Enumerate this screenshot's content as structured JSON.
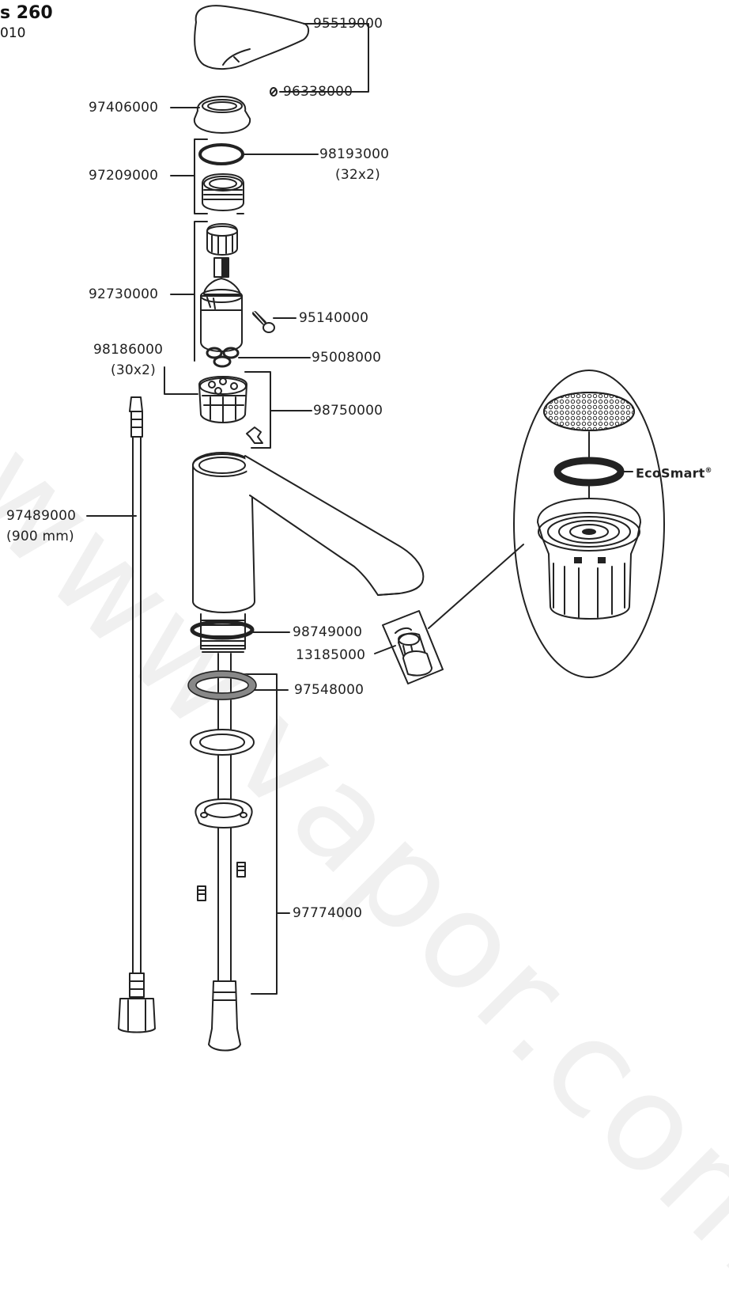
{
  "header": {
    "title_fragment": "s 260",
    "code_fragment": "010"
  },
  "watermark": "www.vapor.com",
  "parts": {
    "p95519000": "95519000",
    "p96338000": "96338000",
    "p97406000": "97406000",
    "p98193000": "98193000",
    "p98193000_size": "(32x2)",
    "p97209000": "97209000",
    "p92730000": "92730000",
    "p95140000": "95140000",
    "p98186000": "98186000",
    "p98186000_size": "(30x2)",
    "p95008000": "95008000",
    "p98750000": "98750000",
    "p97489000": "97489000",
    "p97489000_size": "(900 mm)",
    "p13185000": "13185000",
    "p98749000": "98749000",
    "p97548000": "97548000",
    "p97774000": "97774000"
  },
  "detail": {
    "ecosmart_label": "EcoSmart",
    "ecosmart_mark": "®"
  },
  "colors": {
    "line": "#222222",
    "gasket": "#888888",
    "background": "#ffffff"
  }
}
